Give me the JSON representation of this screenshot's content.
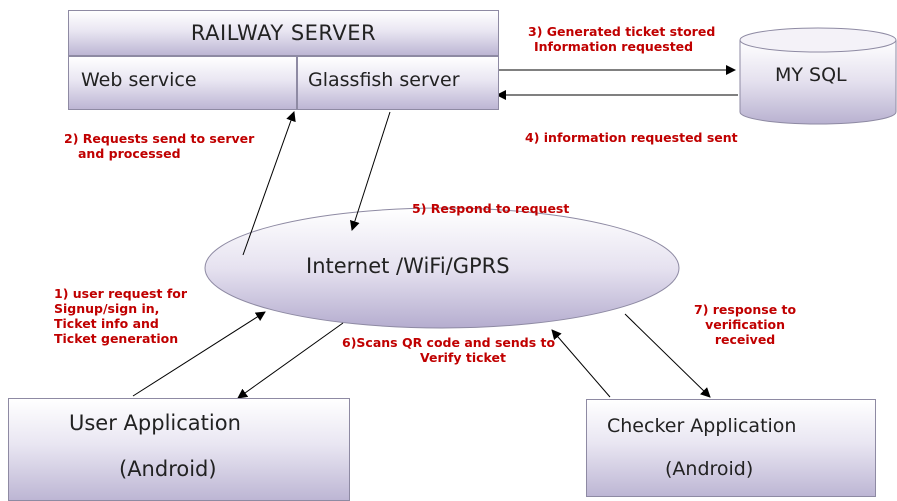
{
  "nodes": {
    "railway_server": "RAILWAY SERVER",
    "web_service": "Web service",
    "glassfish_server": "Glassfish server",
    "mysql": "MY SQL",
    "internet": "Internet /WiFi/GPRS",
    "user_app": {
      "line1": "User Application",
      "line2": "(Android)"
    },
    "checker_app": {
      "line1": "Checker Application",
      "line2": "(Android)"
    }
  },
  "steps": {
    "s1": [
      "1) user request for",
      "Signup/sign in,",
      "Ticket info and",
      "Ticket generation"
    ],
    "s2": [
      "2) Requests send to server",
      "and processed"
    ],
    "s3": [
      "3) Generated ticket stored",
      "Information requested"
    ],
    "s4": "4) information requested sent",
    "s5": "5) Respond to request",
    "s6": [
      "6)Scans QR code and sends to",
      "Verify ticket"
    ],
    "s7": [
      "7) response to",
      "verification",
      "received"
    ]
  },
  "colors": {
    "label": "#c00000",
    "fill_top": "#ffffff",
    "fill_bottom": "#bdb6d4",
    "border": "#8e8aa3"
  }
}
